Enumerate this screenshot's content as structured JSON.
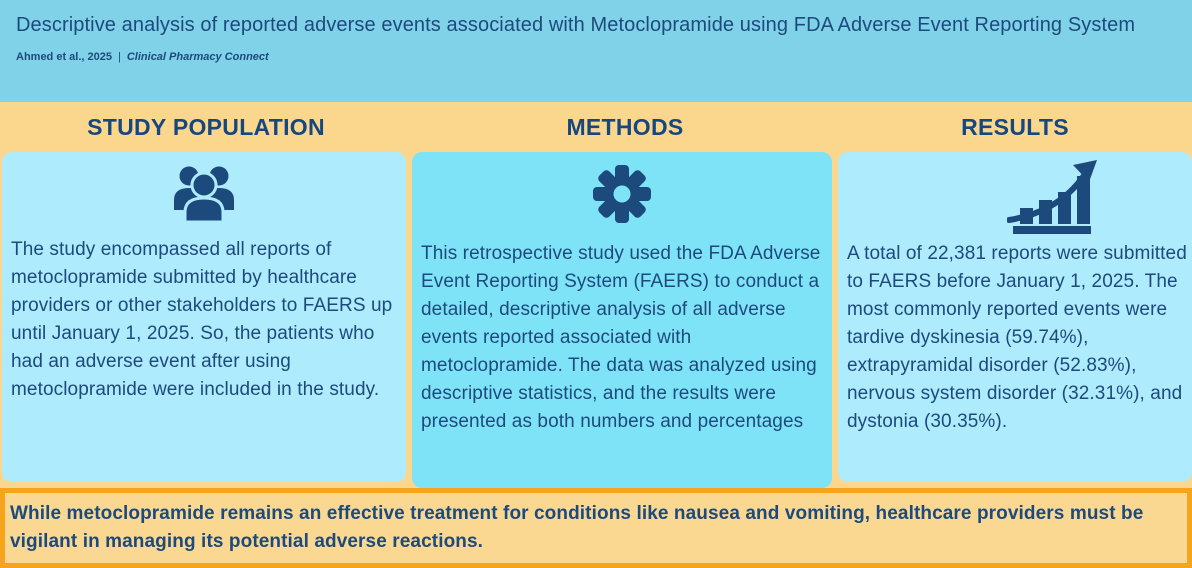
{
  "header": {
    "title": "Descriptive analysis of reported adverse events associated with Metoclopramide using FDA Adverse Event Reporting System",
    "citation": "Ahmed et al., 2025",
    "separator": "|",
    "journal": "Clinical Pharmacy Connect"
  },
  "sections": {
    "population": {
      "heading": "STUDY POPULATION",
      "icon": "people-group-icon",
      "body": "The study encompassed all reports of metoclopramide submitted by healthcare providers or other stakeholders to FAERS up until January 1, 2025. So, the patients who had an adverse event after using metoclopramide were included in the study."
    },
    "methods": {
      "heading": "METHODS",
      "icon": "gear-icon",
      "body": "This retrospective study used the FDA Adverse Event Reporting System (FAERS) to conduct a detailed, descriptive analysis of all adverse events reported associated with metoclopramide. The data was analyzed using descriptive statistics, and the results were presented as both numbers and percentages"
    },
    "results": {
      "heading": "RESULTS",
      "icon": "bar-chart-rising-icon",
      "body": "A total of 22,381 reports were submitted to FAERS before January 1, 2025. The most commonly reported events were tardive dyskinesia (59.74%), extrapyramidal disorder (52.83%), nervous system disorder (32.31%), and dystonia (30.35%)."
    }
  },
  "conclusion": {
    "text": "While metoclopramide remains an effective treatment for conditions like nausea and vomiting, healthcare providers must be vigilant in managing its potential adverse reactions."
  },
  "colors": {
    "navy": "#1d4a7d",
    "header_sky_blue": "#7fd2e8",
    "peach_band": "#fbd78e",
    "card_pale_blue": "#aeebfc",
    "card_cyan": "#7fe3f8",
    "conclusion_border_orange": "#f7a41d"
  }
}
